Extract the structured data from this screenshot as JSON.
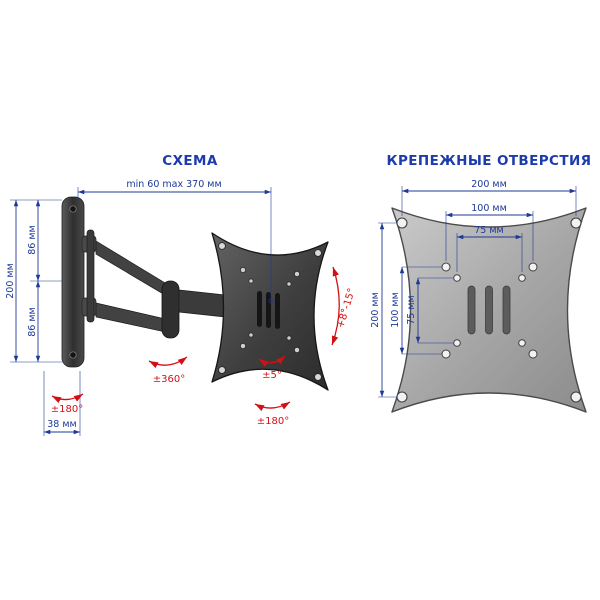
{
  "left": {
    "title": "СХЕМА",
    "dim_top": "min 60 max 370 мм",
    "dim_height": "200 мм",
    "dim_seg_upper": "86 мм",
    "dim_seg_lower": "86 мм",
    "dim_depth": "38 мм",
    "rot_wall": "±180°",
    "rot_arm": "±360°",
    "rot_plate_minor": "±5°",
    "rot_plate": "±180°",
    "tilt": "+8°-15°"
  },
  "right": {
    "title": "КРЕПЕЖНЫЕ ОТВЕРСТИЯ",
    "dim_w200": "200 мм",
    "dim_w100": "100 мм",
    "dim_w75": "75 мм",
    "dim_h200": "200 мм",
    "dim_h100": "100 мм",
    "dim_h75": "75 мм"
  },
  "colors": {
    "dimension_blue": "#1e3a96",
    "title_blue": "#1d3bad",
    "accent_red": "#d40f14",
    "metal_dark": "#3a3a3a",
    "metal_light": "#b5b5b5"
  }
}
